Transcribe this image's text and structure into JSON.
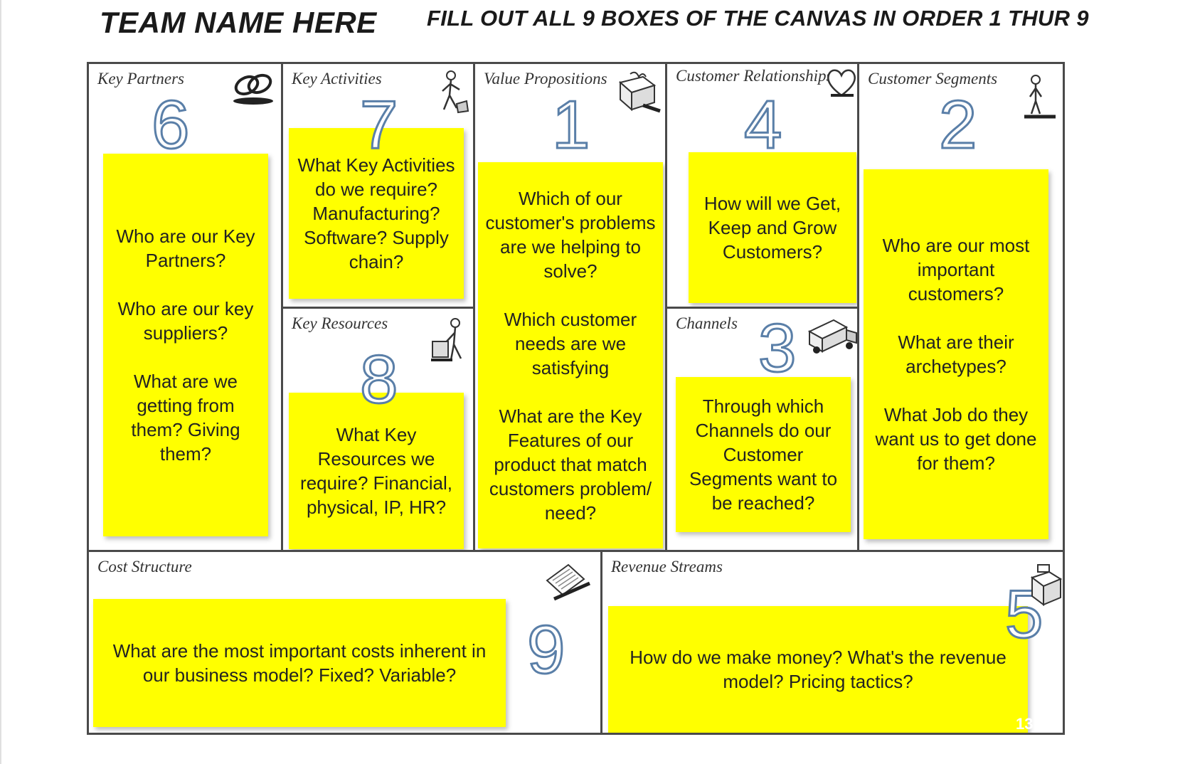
{
  "header": {
    "team_name": "TEAM NAME HERE",
    "instructions": "FILL OUT ALL 9 BOXES OF THE CANVAS IN ORDER 1 THUR 9"
  },
  "canvas": {
    "key_partners": {
      "title": "Key Partners",
      "number": "6",
      "note": "Who are our Key Partners?\n\nWho are our key suppliers?\n\nWhat are we getting from them? Giving them?",
      "icon": "chain-link-icon"
    },
    "key_activities": {
      "title": "Key Activities",
      "number": "7",
      "note": "What Key Activities do we require? Manufacturing? Software? Supply chain?",
      "icon": "worker-icon"
    },
    "key_resources": {
      "title": "Key Resources",
      "number": "8",
      "note": "What Key Resources we require? Financial, physical, IP, HR?",
      "icon": "hand-truck-worker-icon"
    },
    "value_propositions": {
      "title": "Value Propositions",
      "number": "1",
      "note": "Which of our customer's problems are we helping to solve?\n\nWhich customer needs are we satisfying\n\nWhat are the Key Features of our product that match customers problem/ need?",
      "icon": "gift-box-icon"
    },
    "customer_relationships": {
      "title": "Customer Relationships",
      "number": "4",
      "note": "How will we Get, Keep and Grow Customers?",
      "icon": "heart-icon"
    },
    "channels": {
      "title": "Channels",
      "number": "3",
      "note": "Through which Channels do our Customer Segments want to be reached?",
      "icon": "delivery-truck-icon"
    },
    "customer_segments": {
      "title": "Customer Segments",
      "number": "2",
      "note": "Who are our most important customers?\n\nWhat are their archetypes?\n\nWhat Job do they want us to get done for them?",
      "icon": "person-icon"
    },
    "cost_structure": {
      "title": "Cost Structure",
      "number": "9",
      "note": "What are the most important costs inherent in our business model?  Fixed? Variable?",
      "icon": "receipt-icon"
    },
    "revenue_streams": {
      "title": "Revenue Streams",
      "number": "5",
      "note": "How do we make money? What's the revenue model? Pricing tactics?",
      "icon": "cash-register-icon"
    }
  },
  "slide_number": "13",
  "colors": {
    "note_yellow": "#ffff00",
    "number_outline": "#5a7fa8",
    "border": "#4a4a4a"
  }
}
